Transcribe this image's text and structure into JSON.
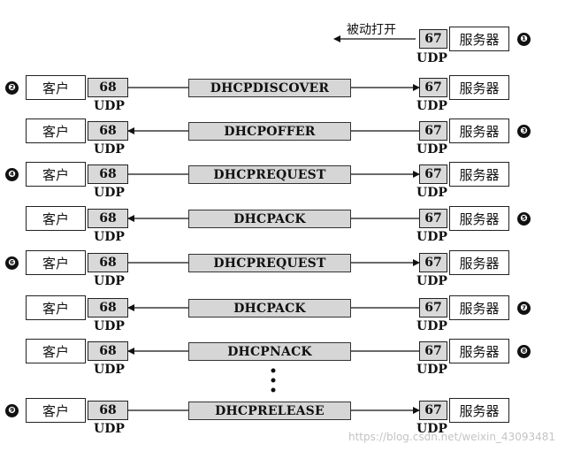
{
  "passive_open_label": "被动打开",
  "client_label": "客户",
  "server_label": "服务器",
  "client_port": "68",
  "server_port": "67",
  "udp_label": "UDP",
  "watermark": "https://blog.csdn.net/weixin_43093481",
  "badges": [
    "❶",
    "❷",
    "❸",
    "❹",
    "❺",
    "❻",
    "❼",
    "❽",
    "❾"
  ],
  "rows": [
    {
      "message": "DHCPDISCOVER",
      "direction": "to_server",
      "badge": "❷",
      "badge_side": "left"
    },
    {
      "message": "DHCPOFFER",
      "direction": "to_client",
      "badge": "❸",
      "badge_side": "right"
    },
    {
      "message": "DHCPREQUEST",
      "direction": "to_server",
      "badge": "❹",
      "badge_side": "left"
    },
    {
      "message": "DHCPACK",
      "direction": "to_client",
      "badge": "❺",
      "badge_side": "right"
    },
    {
      "message": "DHCPREQUEST",
      "direction": "to_server",
      "badge": "❻",
      "badge_side": "left"
    },
    {
      "message": "DHCPACK",
      "direction": "to_client",
      "badge": "❼",
      "badge_side": "right"
    },
    {
      "message": "DHCPNACK",
      "direction": "to_client",
      "badge": "❽",
      "badge_side": "right"
    },
    {
      "message": "DHCPRELEASE",
      "direction": "to_server",
      "badge": "❾",
      "badge_side": "left"
    }
  ]
}
